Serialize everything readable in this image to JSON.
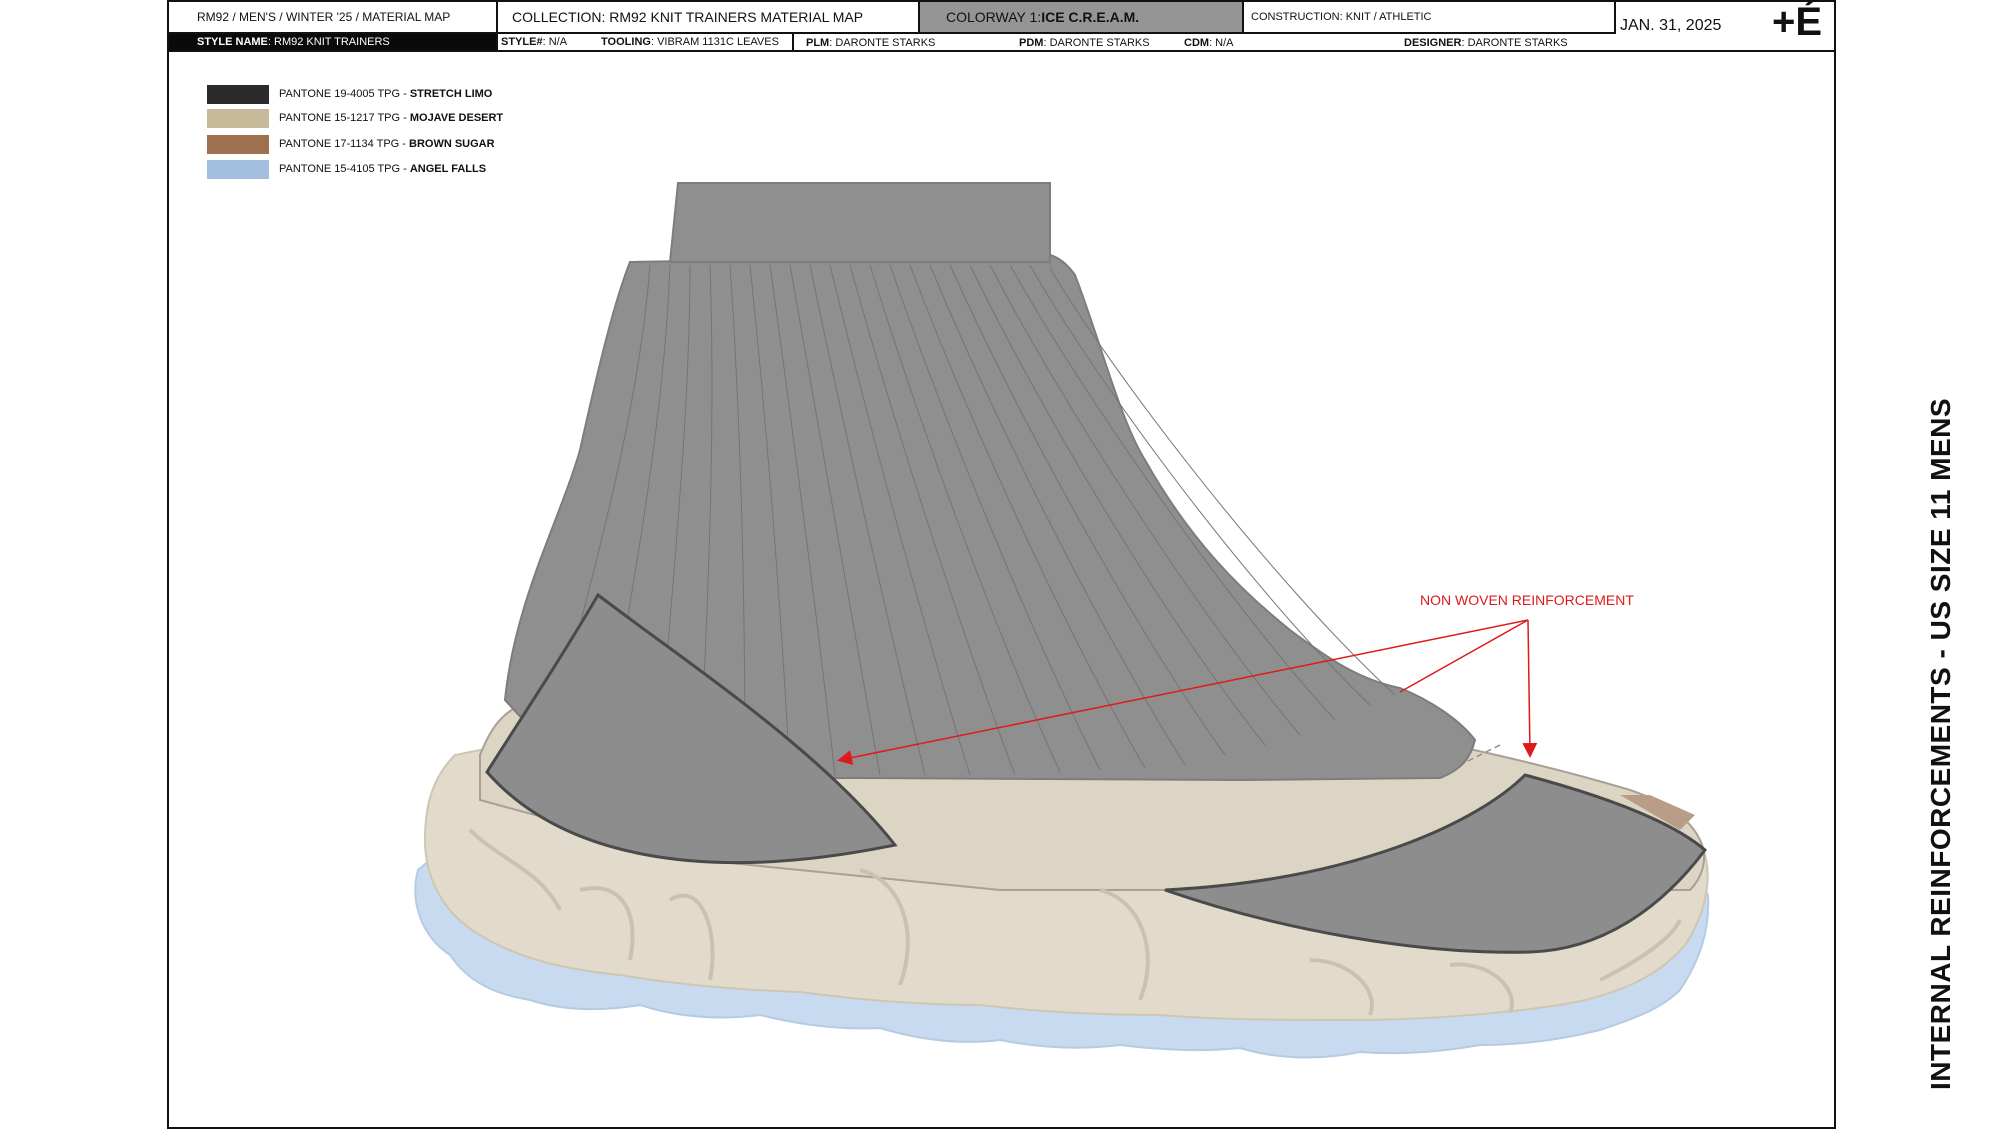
{
  "header": {
    "breadcrumb": "RM92 / MEN'S / WINTER '25 / MATERIAL MAP",
    "collection": "COLLECTION: RM92 KNIT TRAINERS MATERIAL MAP",
    "colorway_prefix": "COLORWAY 1: ",
    "colorway_name": "ICE C.R.E.A.M.",
    "construction": "CONSTRUCTION: KNIT / ATHLETIC",
    "date": "JAN. 31, 2025",
    "logo": "+É",
    "style_name_label": "STYLE NAME",
    "style_name_value": ": RM92 KNIT TRAINERS",
    "style_no_label": "STYLE#",
    "style_no_value": ": N/A",
    "tooling_label": "TOOLING",
    "tooling_value": ": VIBRAM 1131C LEAVES",
    "plm_label": "PLM",
    "plm_value": ": DARONTE STARKS",
    "pdm_label": "PDM",
    "pdm_value": ": DARONTE STARKS",
    "cdm_label": "CDM",
    "cdm_value": ": N/A",
    "designer_label": "DESIGNER",
    "designer_value": ": DARONTE STARKS"
  },
  "palette": [
    {
      "code": "PANTONE 19-4005 TPG - ",
      "name": "STRETCH LIMO",
      "color": "#2b2b2b"
    },
    {
      "code": "PANTONE 15-1217 TPG - ",
      "name": "MOJAVE DESERT",
      "color": "#c9b99b"
    },
    {
      "code": "PANTONE 17-1134 TPG - ",
      "name": "BROWN SUGAR",
      "color": "#9d7150"
    },
    {
      "code": "PANTONE 15-4105 TPG - ",
      "name": "ANGEL FALLS",
      "color": "#a2c0de"
    }
  ],
  "annotation": {
    "callout": "NON WOVEN REINFORCEMENT",
    "color": "#e0191b"
  },
  "side_title": "INTERNAL REINFORCEMENTS - US SIZE 11 MENS",
  "colors": {
    "header_gray": "#959595",
    "knit_gray": "#8f8f8f",
    "reinforcement_gray": "#8d8d8d",
    "midsole": "#e2dbcb",
    "outsole": "#c7daf0"
  }
}
